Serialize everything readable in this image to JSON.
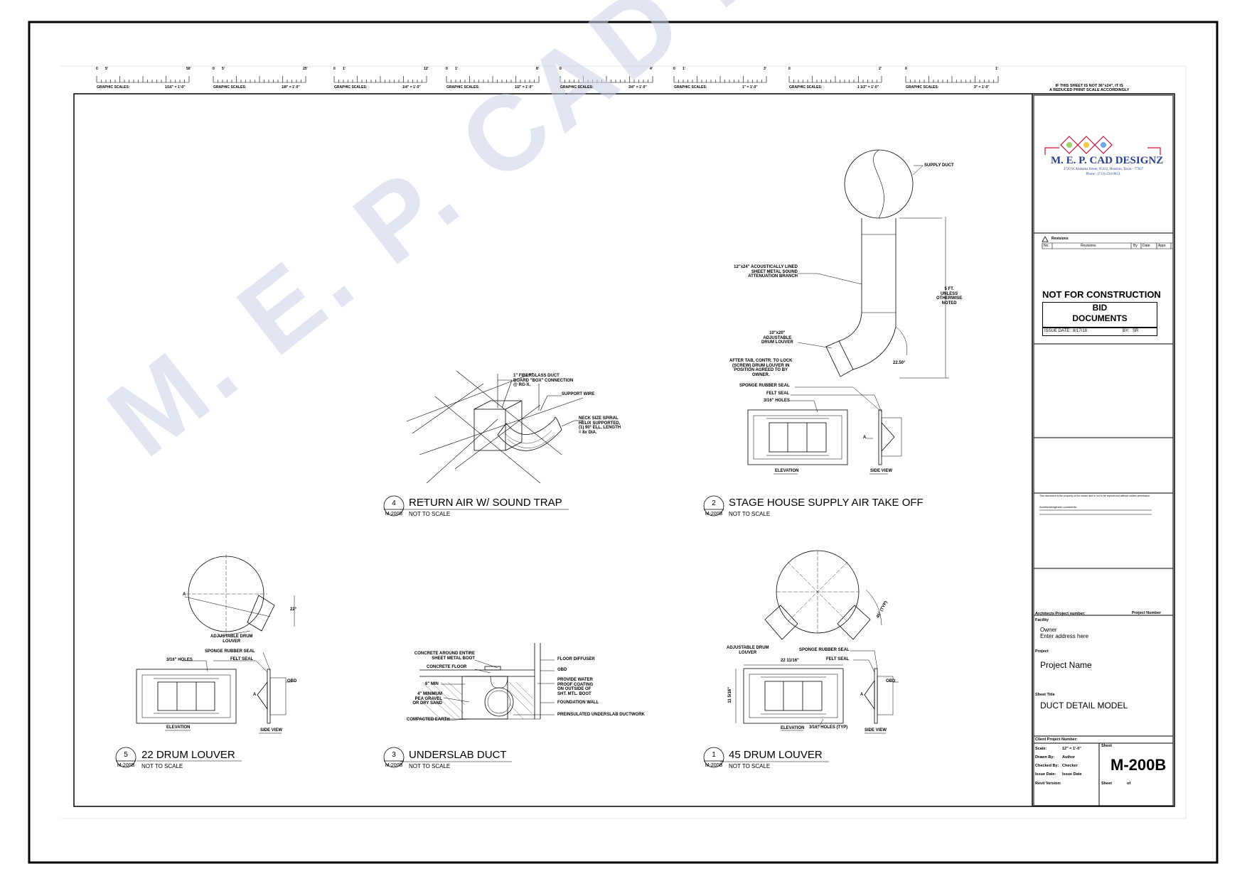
{
  "watermark": "M. E. P. CAD DESIGNZ",
  "scale_bars": [
    {
      "left": "0",
      "mid": "5'",
      "right": "50'",
      "label": "GRAPHIC SCALES:",
      "scale": "1/16\" = 1'-0\""
    },
    {
      "left": "0",
      "mid": "5'",
      "right": "25'",
      "label": "GRAPHIC SCALES:",
      "scale": "1/8\" = 1'-0\""
    },
    {
      "left": "0",
      "mid": "1'",
      "right": "12'",
      "label": "GRAPHIC SCALES:",
      "scale": "1/4\" = 1'-0\""
    },
    {
      "left": "0",
      "mid": "1'",
      "right": "8'",
      "label": "GRAPHIC SCALES:",
      "scale": "1/2\" = 1'-0\""
    },
    {
      "left": "0",
      "mid": "",
      "right": "4'",
      "label": "GRAPHIC SCALES:",
      "scale": "3/4\" = 1'-0\""
    },
    {
      "left": "0",
      "mid": "1'",
      "right": "3'",
      "label": "GRAPHIC SCALES:",
      "scale": "1\" = 1'-0\""
    },
    {
      "left": "0",
      "mid": "",
      "right": "2'",
      "label": "GRAPHIC SCALES:",
      "scale": "1 1/2\" = 1'-0\""
    },
    {
      "left": "0",
      "mid": "",
      "right": "1'",
      "label": "GRAPHIC SCALES:",
      "scale": "3\" = 1'-0\""
    }
  ],
  "reduced_note": "IF THIS SHEET IS NOT 36\"x24\", IT IS\nA REDUCED PRINT SCALE ACCORDINGLY",
  "logo": {
    "name": "M. E. P. CAD DESIGNZ",
    "address": "3720 W.Alabama Street, #5112, Houston, Texas - 77027",
    "phone": "Phone : (713)-234-0651."
  },
  "revisions": {
    "title": "Revisions",
    "columns": [
      "No.",
      "Revisions",
      "By",
      "Date",
      "Appr."
    ]
  },
  "status": {
    "not_for_construction": "NOT FOR CONSTRUCTION",
    "bid_line1": "BID",
    "bid_line2": "DOCUMENTS",
    "issue_date_label": "ISSUE DATE:",
    "issue_date": "8/17/18",
    "by_label": "BY:",
    "by": "SR"
  },
  "disclaimer": "This document is the property of the owner and is not to be reproduced without written permission",
  "consultant_line": "Architect/engineer comments:",
  "title_block": {
    "architect_project_label": "Architects Project number:",
    "project_number": "Project Number",
    "facility_label": "Facility",
    "owner": "Owner",
    "address": "Enter address here",
    "project_label": "Project",
    "project_name": "Project Name",
    "sheet_title_label": "Sheet Title",
    "sheet_title": "DUCT DETAIL MODEL",
    "client_project_label": "Client Project Number:",
    "scale_label": "Scale:",
    "scale": "12\" = 1'-0\"",
    "drawn_label": "Drawn By:",
    "drawn": "Author",
    "checked_label": "Checked By:",
    "checked": "Checker",
    "issue_label": "Issue Date:",
    "issue": "Issue Date",
    "revit_label": "Revit Version:",
    "sheet_label": "Sheet",
    "sheet_number": "M-200B",
    "sheet_of_label": "Sheet",
    "of_label": "of"
  },
  "details": [
    {
      "num": "4",
      "ref": "M-200B",
      "title": "RETURN AIR W/ SOUND TRAP",
      "sub": "NOT TO SCALE"
    },
    {
      "num": "2",
      "ref": "M-200B",
      "title": "STAGE HOUSE SUPPLY AIR TAKE OFF",
      "sub": "NOT TO SCALE"
    },
    {
      "num": "5",
      "ref": "M-200B",
      "title": "22  DRUM LOUVER",
      "sub": "NOT TO SCALE"
    },
    {
      "num": "3",
      "ref": "M-200B",
      "title": "UNDERSLAB DUCT",
      "sub": "NOT TO SCALE"
    },
    {
      "num": "1",
      "ref": "M-200B",
      "title": "45  DRUM LOUVER",
      "sub": "NOT TO SCALE"
    }
  ],
  "labels": {
    "supply_duct": "SUPPLY DUCT",
    "attenuation": "12\"x24\" ACOUSTICALLY LINED\nSHEET METAL SOUND\nATTENUATION BRANCH",
    "five_ft": "5 FT.\nUNLESS\nOTHERWISE\nNOTED",
    "adj_louver": "10\"x20\"\nADJUSTABLE\nDRUM LOUVER",
    "after_tab": "AFTER TAB, CONTR. TO LOCK\n(SCREW) DRUM LOUVER IN\nPOSITION AGREED TO BY\nOWNER.",
    "angle_2250": "22.50°",
    "sponge_seal": "SPONGE RUBBER SEAL",
    "felt_seal": "FELT SEAL",
    "holes_316": "3/16\" HOLES",
    "elevation": "ELEVATION",
    "side_view": "SIDE VIEW",
    "fiberglass": "1\" FIBERGLASS DUCT\nBOARD \"BOX\" CONNECTION\n@ RG-X.",
    "support_wire": "SUPPORT WIRE",
    "neck_size": "NECK SIZE SPIRAL\nHELIX SUPPORTED,\n(1) 90° ELL, LENGTH\n= 8x DIA.",
    "adj_drum_louver": "ADJUSTABLE DRUM\nLOUVER",
    "angle_22": "22°",
    "obd": "OBD",
    "concrete_around": "CONCRETE AROUND ENTIRE\nSHEET METAL BOOT",
    "concrete_floor": "CONCRETE FLOOR",
    "six_min": "6\" MIN",
    "pea_gravel": "4\" MINIMUM\nPEA GRAVEL\nOR DRY SAND",
    "compacted": "COMPACTED EARTH",
    "floor_diffuser": "FLOOR DIFFUSER",
    "provide_water": "PROVIDE WATER\nPROOF COATING\nON OUTSIDE OF\nSHT. MTL. BOOT",
    "foundation_wall": "FOUNDATION WALL",
    "preinsulated": "PREINSULATED UNDERSLAB DUCTWORK",
    "angle_45": "45° (TYP)",
    "dim_22": "22 11/16\"",
    "dim_11": "11 5/16\"",
    "holes_typ": "3/16\" HOLES (TYP)",
    "section_a": "A"
  }
}
